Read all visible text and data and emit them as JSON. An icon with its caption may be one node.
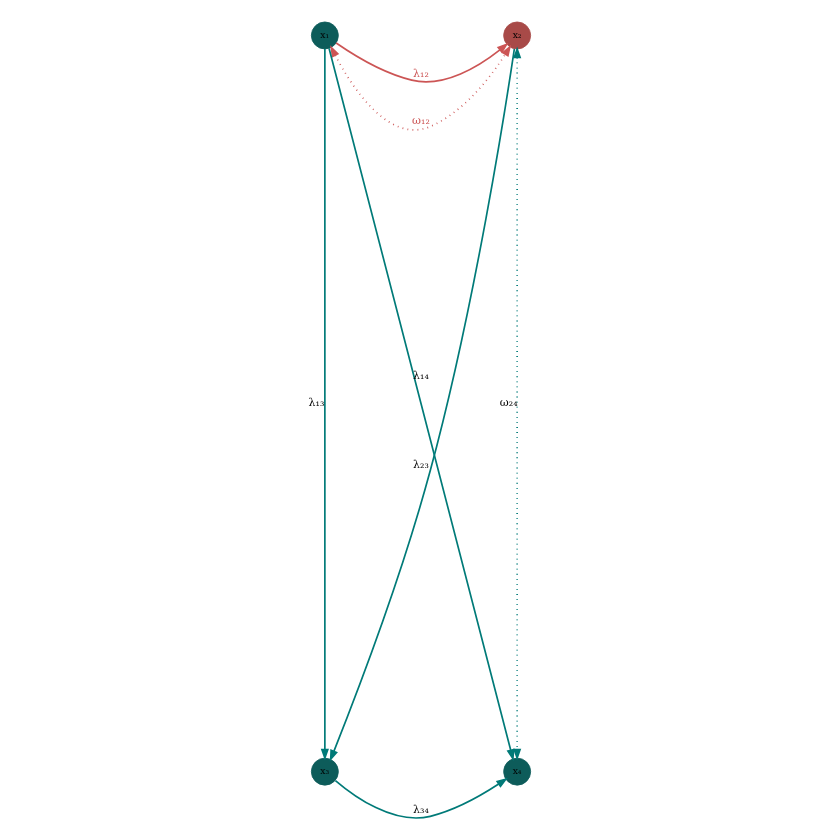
{
  "diagram": {
    "nodes": [
      {
        "text": [
          "x₁"
        ]
      },
      {
        "text": [
          "x₂"
        ]
      },
      {
        "text": [
          "x₃"
        ]
      },
      {
        "text": [
          "x₄"
        ]
      }
    ],
    "edges": [
      {
        "from": 0,
        "to": 1,
        "arrow": "to",
        "label": "λ₁₂",
        "color": "#cc5555"
      },
      {
        "from": 0,
        "to": 2,
        "arrow": "to",
        "label": "λ₁₃"
      },
      {
        "from": 0,
        "to": 3,
        "arrow": "to",
        "label": "λ₁₄"
      },
      {
        "from": 1,
        "to": 2,
        "arrow": "to",
        "label": "λ₂₃"
      },
      {
        "from": 2,
        "to": 3,
        "arrow": "to",
        "label": "λ₃₄"
      },
      {
        "from": 0,
        "to": 1,
        "arrow": "both",
        "label": "ω₁₂",
        "style": "dashed",
        "color": "#cc5555"
      },
      {
        "from": 1,
        "to": 3,
        "arrow": "both",
        "label": "ω₂₄",
        "style": "dashed"
      }
    ]
  }
}
